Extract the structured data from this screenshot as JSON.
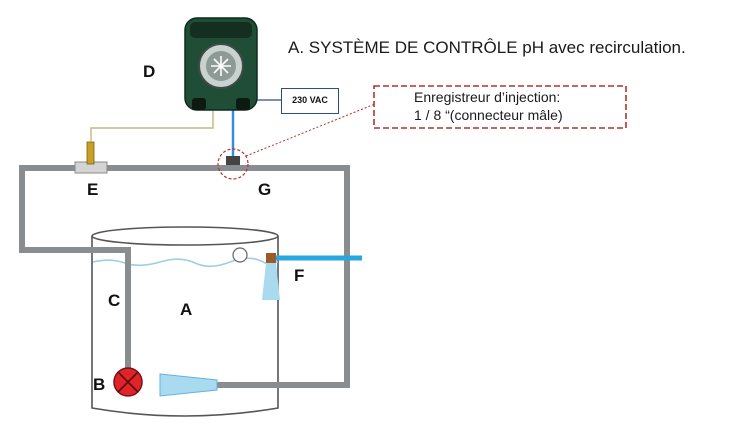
{
  "title": "A. SYSTÈME DE CONTRÔLE pH avec recirculation.",
  "injection_label": {
    "line1": "Enregistreur d’injection:",
    "line2": "1 / 8 “(connecteur mâle)"
  },
  "voltage_label": "230 VAC",
  "labels": {
    "A": "A",
    "B": "B",
    "C": "C",
    "D": "D",
    "E": "E",
    "F": "F",
    "G": "G"
  },
  "colors": {
    "pipe": "#8a8d8f",
    "water": "#29a8df",
    "pump_body": "#1f4d36",
    "callout": "#b0322e",
    "sensor": "#c8a028",
    "voltage_border": "#2a4f86"
  }
}
